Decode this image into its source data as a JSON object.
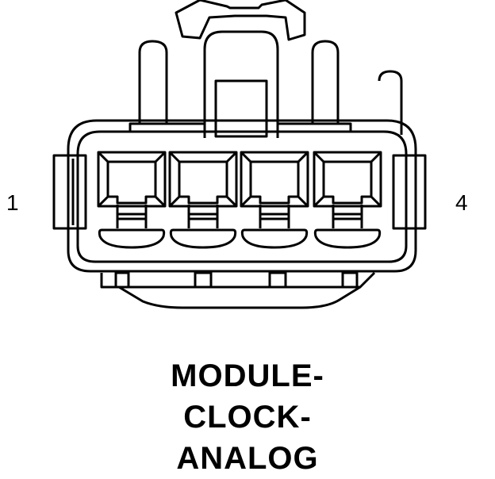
{
  "pin_labels": {
    "left": "1",
    "right": "4"
  },
  "title_lines": [
    "MODULE-",
    "CLOCK-",
    "ANALOG"
  ]
}
